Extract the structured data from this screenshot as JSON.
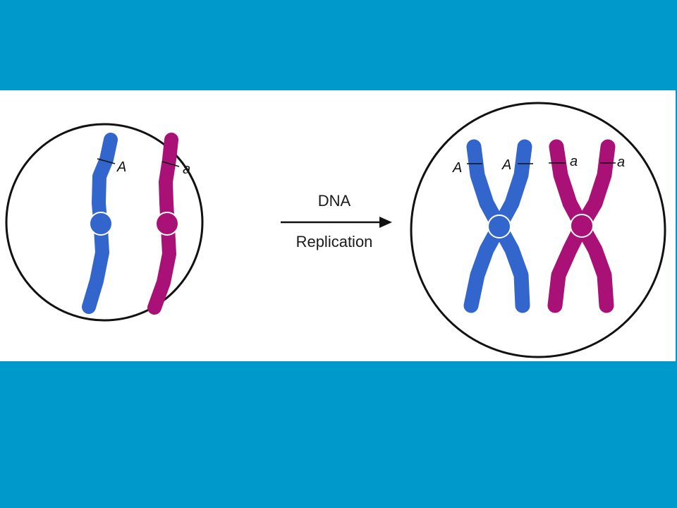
{
  "colors": {
    "background": "#0099cc",
    "panel": "#ffffff",
    "maternal": "#3366cc",
    "paternal": "#aa1177",
    "outline": "#111111"
  },
  "labels": {
    "arrow_top": "DNA",
    "arrow_bottom": "Replication"
  },
  "before_cell": {
    "chromosomes": [
      {
        "name": "maternal-chromosome",
        "color_key": "maternal",
        "allele": "A"
      },
      {
        "name": "paternal-chromosome",
        "color_key": "paternal",
        "allele": "a"
      }
    ]
  },
  "after_cell": {
    "chromosomes": [
      {
        "name": "maternal-replicated",
        "color_key": "maternal",
        "alleles": [
          "A",
          "A"
        ]
      },
      {
        "name": "paternal-replicated",
        "color_key": "paternal",
        "alleles": [
          "a",
          "a"
        ]
      }
    ]
  }
}
